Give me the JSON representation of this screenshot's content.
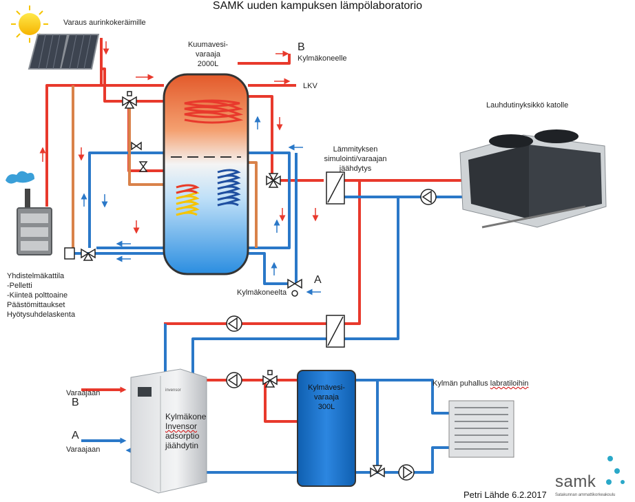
{
  "title": "SAMK uuden kampuksen lämpölaboratorio",
  "labels": {
    "solar_reserve": "Varaus aurinkokeräimille",
    "hot_tank": [
      "Kuumavesi-",
      "varaaja",
      "2000L"
    ],
    "b_top": "B",
    "kylmakoneelle": "Kylmäkoneelle",
    "lkv": "LKV",
    "condenser": "Lauhdutinyksikkö katolle",
    "heating_sim": [
      "Lämmityksen",
      "simulointi/varaajan",
      "jäähdytys"
    ],
    "boiler": [
      "Yhdistelmäkattila",
      "-Pelletti",
      "-Kiinteä polttoaine",
      "Päästömittaukset",
      "Hyötysuhdelaskenta"
    ],
    "a_right": "A",
    "kylmakoneelta": "Kylmäkoneelta",
    "cold_tank": [
      "Kylmävesi-",
      "varaaja",
      "300L"
    ],
    "cold_blow": [
      "Kylmän puhallus ",
      "labratiloihin"
    ],
    "varaajaan_top": "Varaajaan",
    "b_left": "B",
    "a_left": "A",
    "varaajaan_bottom": "Varaajaan",
    "chiller": [
      "Kylmäkone",
      "Invensor",
      "adsorptio",
      "jäähdytin"
    ],
    "author": "Petri Lähde 6.2.2017",
    "logo": "samk",
    "logo_sub": "Satakunnan ammattikorkeakoulu",
    "brand_mark": "invensor"
  },
  "colors": {
    "hot": "#e8392c",
    "cold": "#2a78c8",
    "warm": "#d9824a",
    "tank_blue": "#1f6fc4",
    "logo_accent": "#2aa8c8"
  }
}
